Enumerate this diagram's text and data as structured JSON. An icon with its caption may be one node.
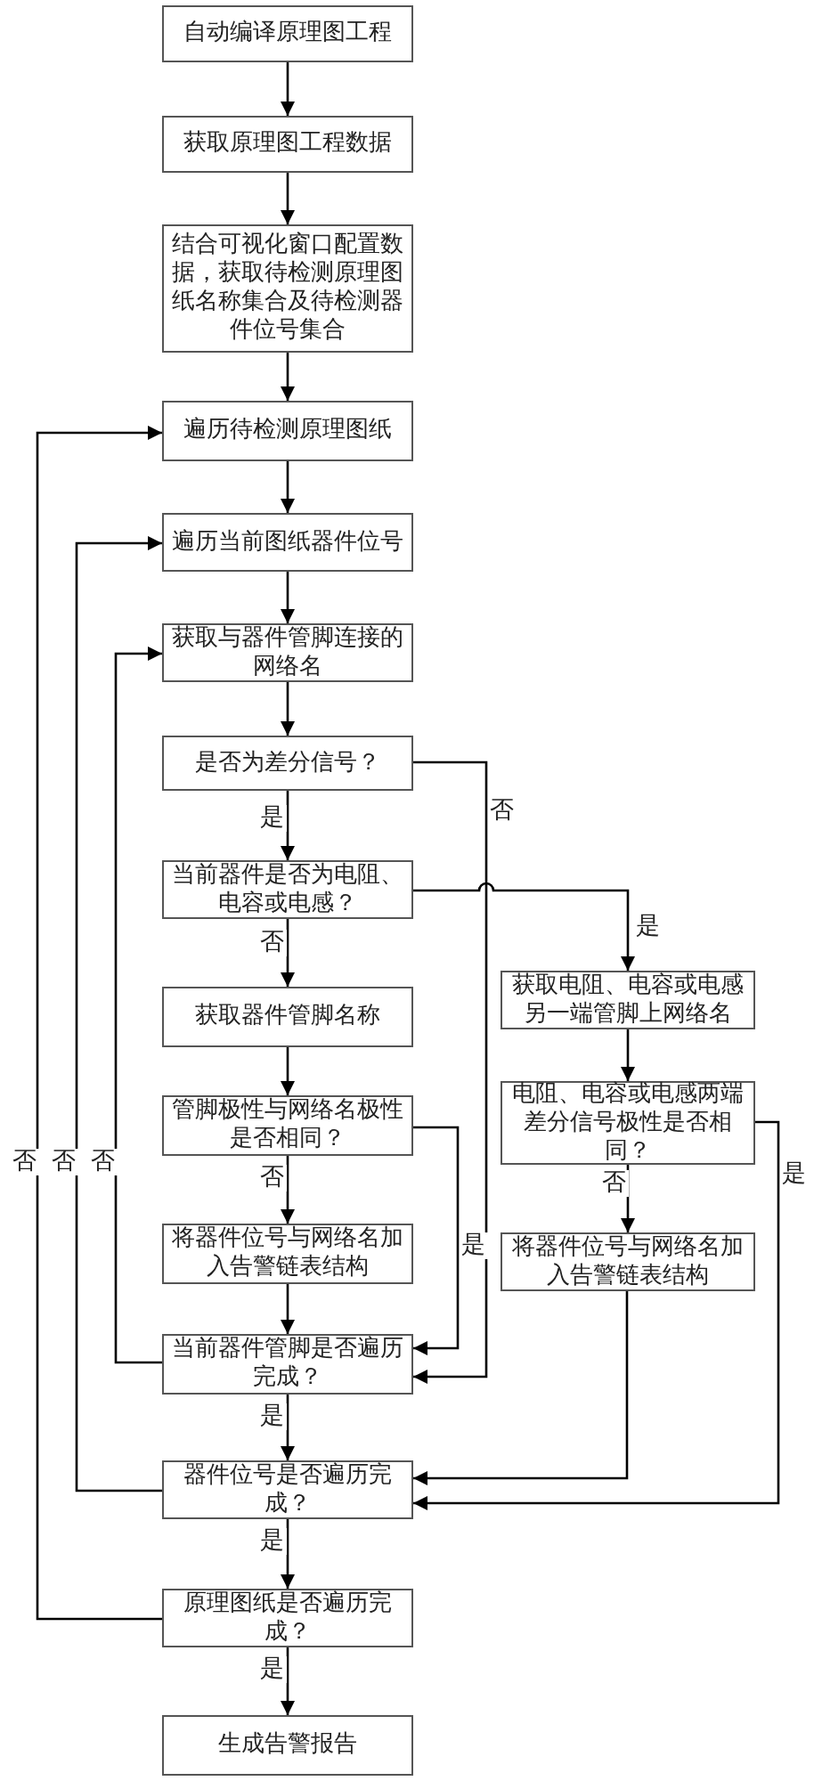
{
  "diagram": {
    "nodes": [
      {
        "text": [
          "自动编译原理图工程"
        ]
      },
      {
        "text": [
          "获取原理图工程数据"
        ]
      },
      {
        "text": [
          "结合可视化窗口配置数据，获取待检测原理图纸名称集合及待检测器件位号集合"
        ]
      },
      {
        "text": [
          "遍历待检测原理图纸"
        ]
      },
      {
        "text": [
          "遍历当前图纸器件位号"
        ]
      },
      {
        "text": [
          "获取与器件管脚连接的网络名"
        ]
      },
      {
        "text": [
          "是否为差分信号？"
        ]
      },
      {
        "text": [
          "当前器件是否为电阻、电容或电感？"
        ]
      },
      {
        "text": [
          "获取器件管脚名称"
        ]
      },
      {
        "text": [
          "管脚极性与网络名极性是否相同？"
        ]
      },
      {
        "text": [
          "将器件位号与网络名加入告警链表结构"
        ]
      },
      {
        "text": [
          "当前器件管脚是否遍历完成？"
        ]
      },
      {
        "text": [
          "器件位号是否遍历完成？"
        ]
      },
      {
        "text": [
          "原理图纸是否遍历完成？"
        ]
      },
      {
        "text": [
          "生成告警报告"
        ]
      },
      {
        "text": [
          "获取电阻、电容或电感另一端管脚上网络名"
        ]
      },
      {
        "text": [
          "电阻、电容或电感两端差分信号极性是否相同？"
        ]
      },
      {
        "text": [
          "将器件位号与网络名加入告警链表结构"
        ]
      }
    ],
    "edges": [
      {
        "from": 0,
        "to": 1,
        "arrow": "to"
      },
      {
        "from": 1,
        "to": 2,
        "arrow": "to"
      },
      {
        "from": 2,
        "to": 3,
        "arrow": "to"
      },
      {
        "from": 3,
        "to": 4,
        "arrow": "to"
      },
      {
        "from": 4,
        "to": 5,
        "arrow": "to"
      },
      {
        "from": 5,
        "to": 6,
        "arrow": "to"
      },
      {
        "from": 6,
        "to": 7,
        "arrow": "to",
        "label": "是"
      },
      {
        "from": 7,
        "to": 8,
        "arrow": "to",
        "label": "否"
      },
      {
        "from": 8,
        "to": 9,
        "arrow": "to"
      },
      {
        "from": 9,
        "to": 10,
        "arrow": "to",
        "label": "否"
      },
      {
        "from": 10,
        "to": 11,
        "arrow": "to"
      },
      {
        "from": 11,
        "to": 12,
        "arrow": "to",
        "label": "是"
      },
      {
        "from": 12,
        "to": 13,
        "arrow": "to",
        "label": "是"
      },
      {
        "from": 13,
        "to": 14,
        "arrow": "to",
        "label": "是"
      },
      {
        "from": 6,
        "to": 11,
        "arrow": "to",
        "label": "否"
      },
      {
        "from": 7,
        "to": 15,
        "arrow": "to",
        "label": "是"
      },
      {
        "from": 9,
        "to": 11,
        "arrow": "to",
        "label": "是"
      },
      {
        "from": 15,
        "to": 16,
        "arrow": "to"
      },
      {
        "from": 16,
        "to": 17,
        "arrow": "to",
        "label": "否"
      },
      {
        "from": 17,
        "to": 12,
        "arrow": "to"
      },
      {
        "from": 16,
        "to": 12,
        "arrow": "to",
        "label": "是"
      },
      {
        "from": 11,
        "to": 5,
        "arrow": "to",
        "label": "否"
      },
      {
        "from": 12,
        "to": 4,
        "arrow": "to",
        "label": "否"
      },
      {
        "from": 13,
        "to": 3,
        "arrow": "to",
        "label": "否"
      }
    ]
  }
}
